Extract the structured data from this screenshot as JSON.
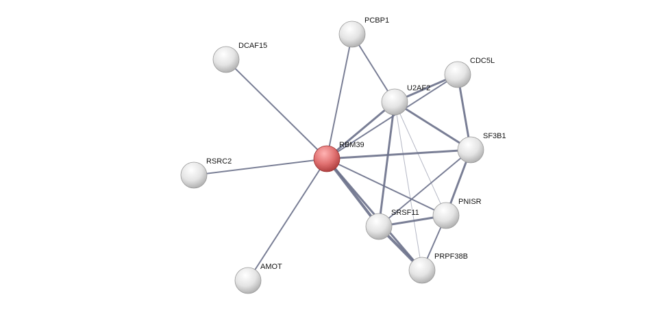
{
  "network": {
    "query_color": "#e06666",
    "node_color": "#e8e8e8",
    "edge_color": "#6a7089",
    "nodes": [
      {
        "id": "PCBP1",
        "label": "PCBP1"
      },
      {
        "id": "DCAF15",
        "label": "DCAF15"
      },
      {
        "id": "CDC5L",
        "label": "CDC5L"
      },
      {
        "id": "U2AF2",
        "label": "U2AF2"
      },
      {
        "id": "SF3B1",
        "label": "SF3B1"
      },
      {
        "id": "RBM39",
        "label": "RBM39",
        "query": true
      },
      {
        "id": "RSRC2",
        "label": "RSRC2"
      },
      {
        "id": "PNISR",
        "label": "PNISR"
      },
      {
        "id": "SRSF11",
        "label": "SRSF11"
      },
      {
        "id": "PRPF38B",
        "label": "PRPF38B"
      },
      {
        "id": "AMOT",
        "label": "AMOT"
      }
    ],
    "edges": [
      {
        "a": "RBM39",
        "b": "PCBP1",
        "w": 2
      },
      {
        "a": "RBM39",
        "b": "DCAF15",
        "w": 2
      },
      {
        "a": "RBM39",
        "b": "RSRC2",
        "w": 2
      },
      {
        "a": "RBM39",
        "b": "AMOT",
        "w": 2
      },
      {
        "a": "RBM39",
        "b": "U2AF2",
        "w": 3
      },
      {
        "a": "RBM39",
        "b": "CDC5L",
        "w": 2
      },
      {
        "a": "RBM39",
        "b": "SF3B1",
        "w": 3
      },
      {
        "a": "RBM39",
        "b": "PNISR",
        "w": 2
      },
      {
        "a": "RBM39",
        "b": "SRSF11",
        "w": 4
      },
      {
        "a": "RBM39",
        "b": "PRPF38B",
        "w": 3
      },
      {
        "a": "PCBP1",
        "b": "U2AF2",
        "w": 2
      },
      {
        "a": "U2AF2",
        "b": "CDC5L",
        "w": 3
      },
      {
        "a": "U2AF2",
        "b": "SF3B1",
        "w": 3
      },
      {
        "a": "U2AF2",
        "b": "SRSF11",
        "w": 3
      },
      {
        "a": "U2AF2",
        "b": "PNISR",
        "w": 1
      },
      {
        "a": "U2AF2",
        "b": "PRPF38B",
        "w": 0.6
      },
      {
        "a": "CDC5L",
        "b": "SF3B1",
        "w": 3
      },
      {
        "a": "SF3B1",
        "b": "SRSF11",
        "w": 2
      },
      {
        "a": "SF3B1",
        "b": "PNISR",
        "w": 3
      },
      {
        "a": "SRSF11",
        "b": "PNISR",
        "w": 3
      },
      {
        "a": "SRSF11",
        "b": "PRPF38B",
        "w": 4
      },
      {
        "a": "PNISR",
        "b": "PRPF38B",
        "w": 2
      }
    ]
  }
}
